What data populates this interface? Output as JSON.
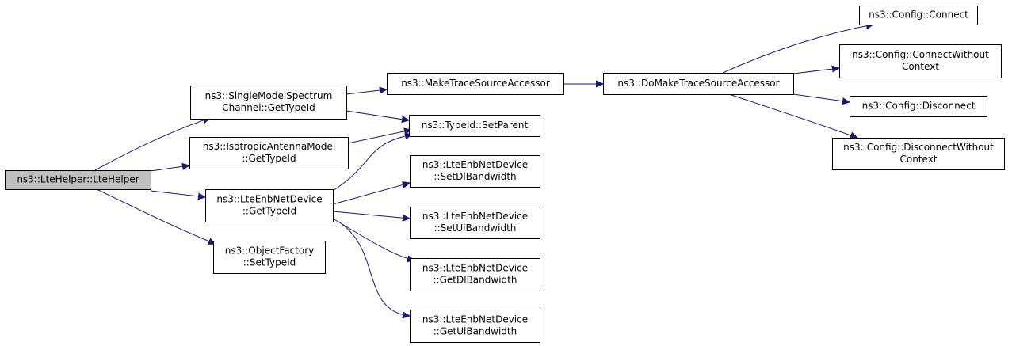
{
  "colors": {
    "edge": "#191970",
    "root_fill": "#bfbfbf",
    "node_fill": "#ffffff",
    "border": "#000000"
  },
  "nodes": [
    {
      "id": "lte_helper",
      "lines": [
        "ns3::LteHelper::LteHelper"
      ],
      "root": true
    },
    {
      "id": "single_model",
      "lines": [
        "ns3::SingleModelSpectrum",
        "Channel::GetTypeId"
      ]
    },
    {
      "id": "isotropic",
      "lines": [
        "ns3::IsotropicAntennaModel",
        "::GetTypeId"
      ]
    },
    {
      "id": "enb_get_type_id",
      "lines": [
        "ns3::LteEnbNetDevice",
        "::GetTypeId"
      ]
    },
    {
      "id": "object_factory",
      "lines": [
        "ns3::ObjectFactory",
        "::SetTypeId"
      ]
    },
    {
      "id": "make_trace",
      "lines": [
        "ns3::MakeTraceSourceAccessor"
      ]
    },
    {
      "id": "set_parent",
      "lines": [
        "ns3::TypeId::SetParent"
      ]
    },
    {
      "id": "set_dl_bw",
      "lines": [
        "ns3::LteEnbNetDevice",
        "::SetDlBandwidth"
      ]
    },
    {
      "id": "set_ul_bw",
      "lines": [
        "ns3::LteEnbNetDevice",
        "::SetUlBandwidth"
      ]
    },
    {
      "id": "get_dl_bw",
      "lines": [
        "ns3::LteEnbNetDevice",
        "::GetDlBandwidth"
      ]
    },
    {
      "id": "get_ul_bw",
      "lines": [
        "ns3::LteEnbNetDevice",
        "::GetUlBandwidth"
      ]
    },
    {
      "id": "do_make_trace",
      "lines": [
        "ns3::DoMakeTraceSourceAccessor"
      ]
    },
    {
      "id": "config_connect",
      "lines": [
        "ns3::Config::Connect"
      ]
    },
    {
      "id": "config_connect_wo",
      "lines": [
        "ns3::Config::ConnectWithout",
        "Context"
      ]
    },
    {
      "id": "config_disconnect",
      "lines": [
        "ns3::Config::Disconnect"
      ]
    },
    {
      "id": "config_disconnect_wo",
      "lines": [
        "ns3::Config::DisconnectWithout",
        "Context"
      ]
    }
  ],
  "edges": [
    {
      "from": "lte_helper",
      "to": "single_model"
    },
    {
      "from": "lte_helper",
      "to": "isotropic"
    },
    {
      "from": "lte_helper",
      "to": "enb_get_type_id"
    },
    {
      "from": "lte_helper",
      "to": "object_factory"
    },
    {
      "from": "single_model",
      "to": "make_trace"
    },
    {
      "from": "single_model",
      "to": "set_parent"
    },
    {
      "from": "isotropic",
      "to": "set_parent"
    },
    {
      "from": "enb_get_type_id",
      "to": "set_parent"
    },
    {
      "from": "enb_get_type_id",
      "to": "set_dl_bw"
    },
    {
      "from": "enb_get_type_id",
      "to": "set_ul_bw"
    },
    {
      "from": "enb_get_type_id",
      "to": "get_dl_bw"
    },
    {
      "from": "enb_get_type_id",
      "to": "get_ul_bw"
    },
    {
      "from": "make_trace",
      "to": "do_make_trace"
    },
    {
      "from": "do_make_trace",
      "to": "config_connect"
    },
    {
      "from": "do_make_trace",
      "to": "config_connect_wo"
    },
    {
      "from": "do_make_trace",
      "to": "config_disconnect"
    },
    {
      "from": "do_make_trace",
      "to": "config_disconnect_wo"
    }
  ]
}
